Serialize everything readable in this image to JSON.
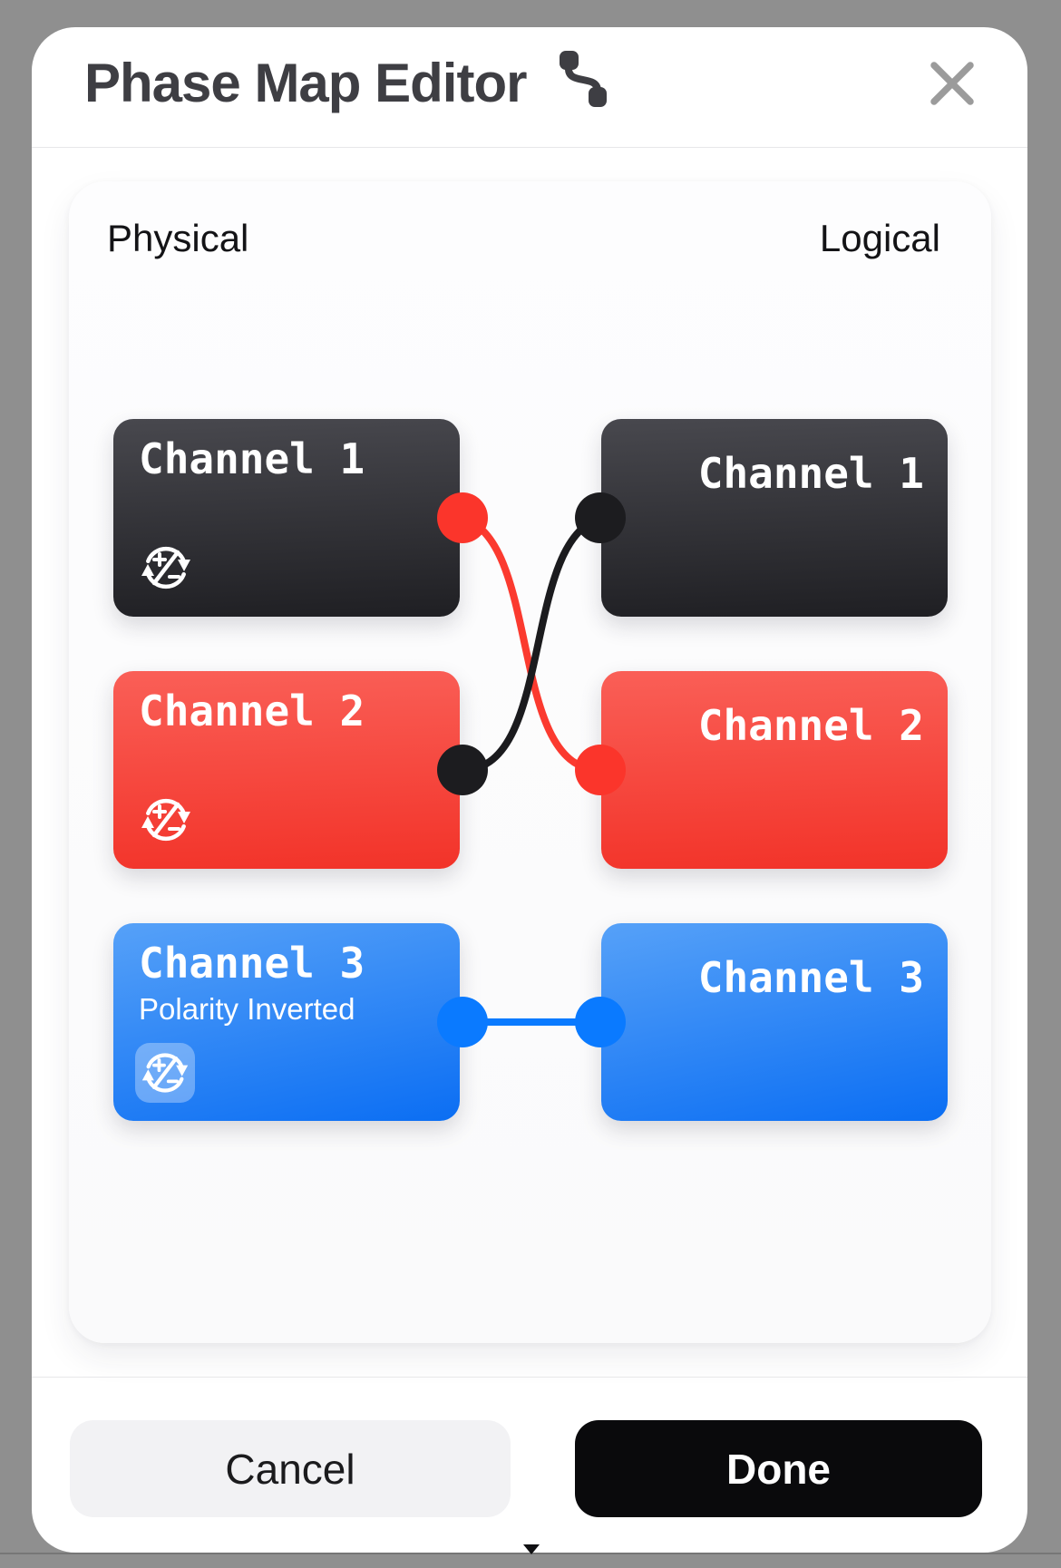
{
  "colors": {
    "background_dim": "#8f8f8f",
    "accent_red": "#fb3a2f",
    "accent_black": "#1b1b1e",
    "accent_blue": "#0a7aff",
    "card_dark_top": "#48484e",
    "card_dark_bottom": "#1f1f23",
    "card_red_top": "#fa5f57",
    "card_red_bottom": "#f23329",
    "card_blue_top": "#56a1f8",
    "card_blue_bottom": "#0b6ef3",
    "done_button": "#0a0a0c",
    "cancel_button": "#f2f2f4"
  },
  "header": {
    "title": "Phase Map Editor",
    "title_icon": "signal-path-icon",
    "close_icon": "close-x-icon"
  },
  "mapping_panel": {
    "physical_label": "Physical",
    "logical_label": "Logical",
    "physical_channels": [
      {
        "label": "Channel 1",
        "theme": "dark",
        "port_color": "red",
        "polarity_inverted": false
      },
      {
        "label": "Channel 2",
        "theme": "red",
        "port_color": "black",
        "polarity_inverted": false
      },
      {
        "label": "Channel 3",
        "subtitle": "Polarity Inverted",
        "theme": "blue",
        "port_color": "blue",
        "polarity_inverted": true
      }
    ],
    "logical_channels": [
      {
        "label": "Channel 1",
        "theme": "dark",
        "port_color": "black"
      },
      {
        "label": "Channel 2",
        "theme": "red",
        "port_color": "red"
      },
      {
        "label": "Channel 3",
        "theme": "blue",
        "port_color": "blue"
      }
    ],
    "connections": [
      {
        "from": "Physical Channel 1",
        "to": "Logical Channel 2",
        "color": "red"
      },
      {
        "from": "Physical Channel 2",
        "to": "Logical Channel 1",
        "color": "black"
      },
      {
        "from": "Physical Channel 3",
        "to": "Logical Channel 3",
        "color": "blue"
      }
    ]
  },
  "footer": {
    "cancel_label": "Cancel",
    "done_label": "Done"
  }
}
